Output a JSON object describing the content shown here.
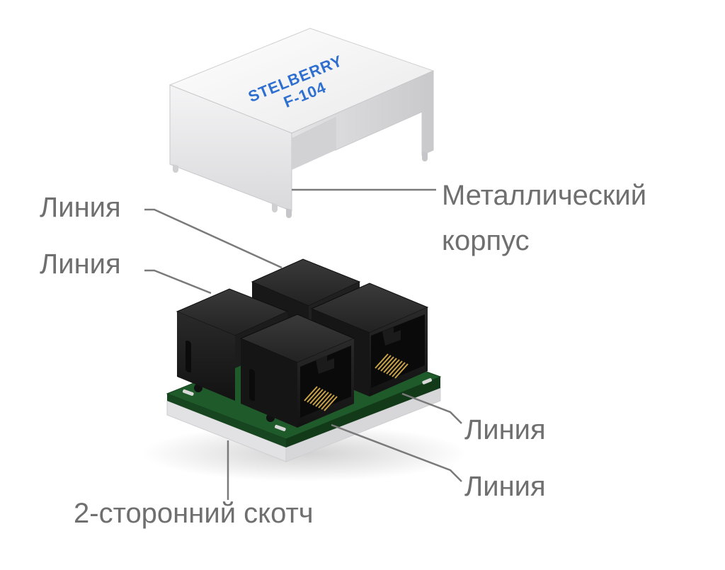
{
  "cover": {
    "brand": "STELBERRY",
    "model": "F-104"
  },
  "callouts": {
    "line_top_1": "Линия",
    "line_top_2": "Линия",
    "metal_case": "Металлический\nкорпус",
    "line_bottom_1": "Линия",
    "line_bottom_2": "Линия",
    "tape": "2-сторонний скотч"
  },
  "colors": {
    "label_text": "#6f6f6f",
    "leader_line": "#7a7a7a",
    "cover_logo": "#2f6fd0",
    "pcb_green": "#1f5a2a",
    "jack_black": "#1a1a1a",
    "tape_white": "#ececec",
    "pin_gold": "#c9a24a"
  }
}
